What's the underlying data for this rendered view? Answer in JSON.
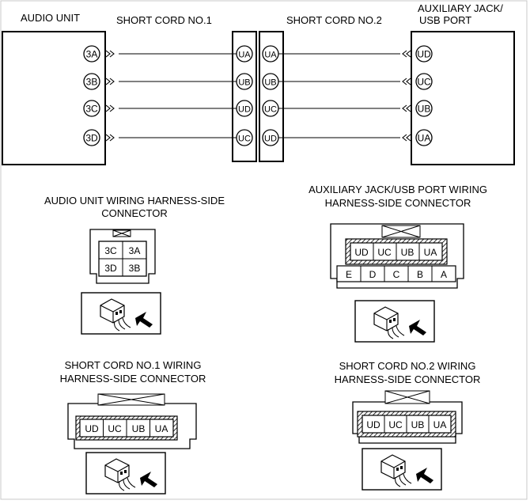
{
  "wiring": {
    "titles": {
      "audio_unit": "AUDIO UNIT",
      "short_cord_1": "SHORT CORD NO.1",
      "short_cord_2": "SHORT CORD NO.2",
      "aux_line1": "AUXILIARY JACK/",
      "aux_line2": "USB PORT"
    },
    "audio_terminals": [
      "3A",
      "3B",
      "3C",
      "3D"
    ],
    "cord1_terminals": [
      "UA",
      "UB",
      "UD",
      "UC"
    ],
    "cord2_terminals": [
      "UA",
      "UB",
      "UC",
      "UD"
    ],
    "aux_terminals": [
      "UD",
      "UC",
      "UB",
      "UA"
    ]
  },
  "connectors": {
    "audio": {
      "title_line1": "AUDIO UNIT WIRING HARNESS-SIDE",
      "title_line2": "CONNECTOR",
      "grid": [
        [
          "3C",
          "3A"
        ],
        [
          "3D",
          "3B"
        ]
      ]
    },
    "aux": {
      "title_line1": "AUXILIARY JACK/USB PORT WIRING",
      "title_line2": "HARNESS-SIDE CONNECTOR",
      "top_row": [
        "UD",
        "UC",
        "UB",
        "UA"
      ],
      "bottom_row": [
        "E",
        "D",
        "C",
        "B",
        "A"
      ]
    },
    "cord1": {
      "title_line1": "SHORT CORD NO.1 WIRING",
      "title_line2": "HARNESS-SIDE CONNECTOR",
      "row": [
        "UD",
        "UC",
        "UB",
        "UA"
      ]
    },
    "cord2": {
      "title_line1": "SHORT CORD NO.2 WIRING",
      "title_line2": "HARNESS-SIDE CONNECTOR",
      "row": [
        "UD",
        "UC",
        "UB",
        "UA"
      ]
    }
  }
}
